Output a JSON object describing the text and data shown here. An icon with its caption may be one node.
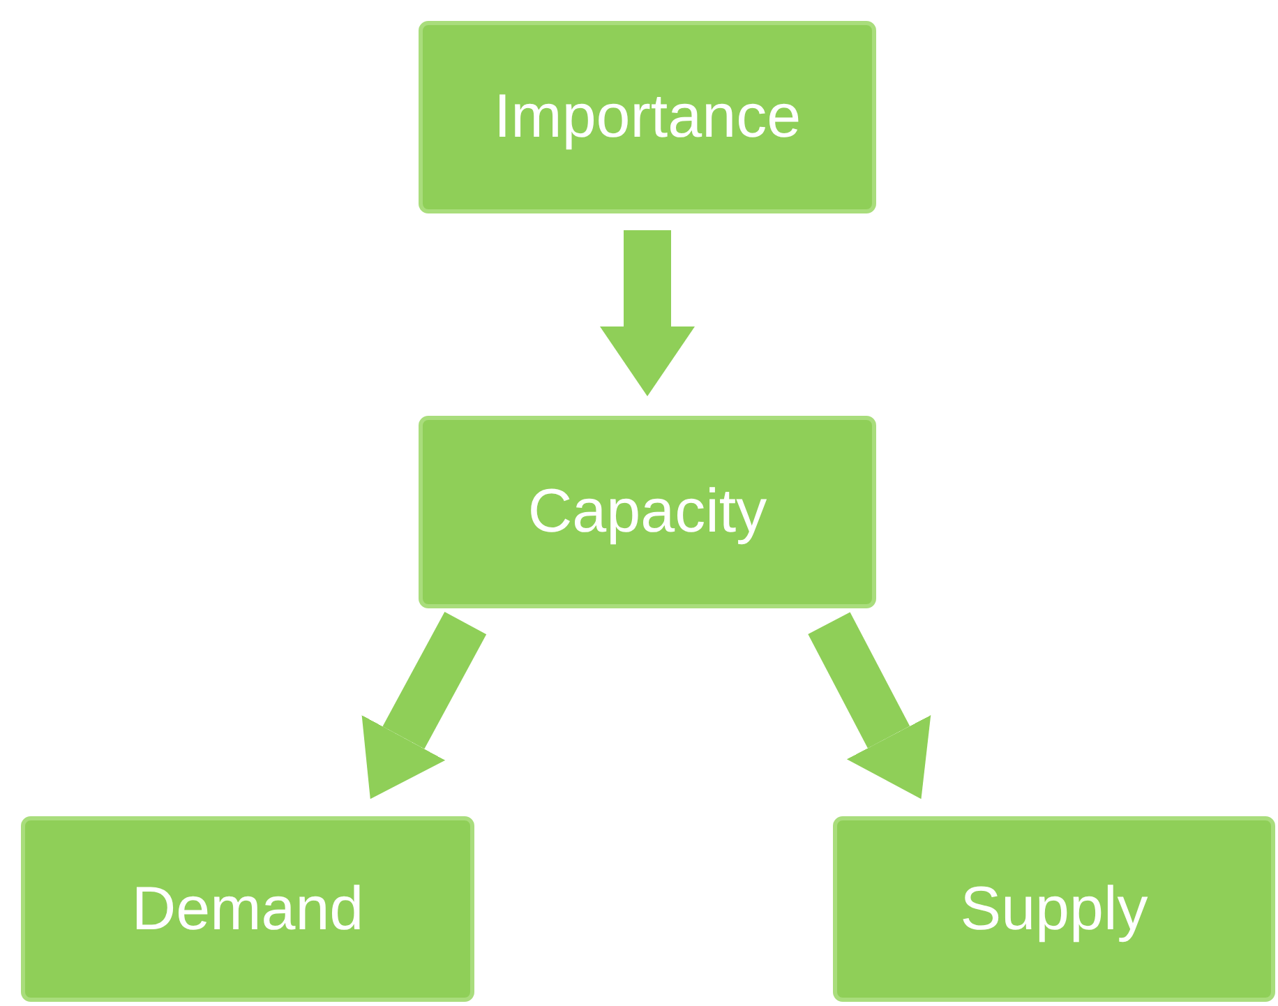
{
  "diagram": {
    "nodes": [
      {
        "text": [
          "Importance"
        ]
      },
      {
        "text": [
          "Capacity"
        ]
      },
      {
        "text": [
          "Demand"
        ]
      },
      {
        "text": [
          "Supply"
        ]
      }
    ],
    "edges": [
      {
        "from": 0,
        "to": 1,
        "arrow": "to"
      },
      {
        "from": 1,
        "to": 2,
        "arrow": "to"
      },
      {
        "from": 1,
        "to": 3,
        "arrow": "to"
      }
    ]
  }
}
